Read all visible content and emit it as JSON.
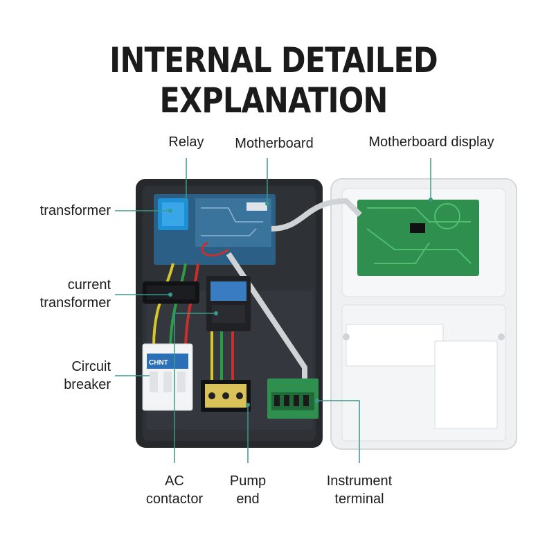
{
  "title": "INTERNAL DETAILED EXPLANATION",
  "labels": {
    "relay": "Relay",
    "motherboard": "Motherboard",
    "motherboard_display": "Motherboard display",
    "transformer": "transformer",
    "current_transformer": [
      "current",
      "transformer"
    ],
    "circuit_breaker": [
      "Circuit",
      "breaker"
    ],
    "ac_contactor": [
      "AC",
      "contactor"
    ],
    "pump_end": [
      "Pump",
      "end"
    ],
    "instrument_terminal": [
      "Instrument",
      "terminal"
    ]
  },
  "breaker_brand": "CHNT",
  "colors": {
    "leader_line": "#3a9a8a",
    "housing_dark": "#26282c",
    "housing_light": "#eef0f1",
    "pcb_blue": "#2c5f86",
    "pcb_green": "#2f8f4f",
    "transformer_blue": "#1f8fd6"
  }
}
